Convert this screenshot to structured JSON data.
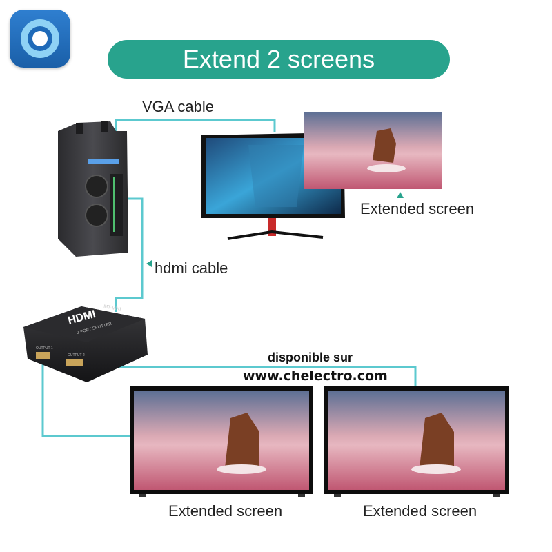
{
  "title": "Extend 2 screens",
  "labels": {
    "vga_cable": "VGA cable",
    "hdmi_cable": "hdmi cable",
    "extended_screen_top": "Extended screen",
    "extended_screen_bottom_left": "Extended screen",
    "extended_screen_bottom_right": "Extended screen",
    "available_on": "disponible sur",
    "website": "www.chelectro.com"
  },
  "splitter": {
    "brand": "HDMI",
    "maker": "MT-VIKI",
    "model": "2 PORT SPLITTER",
    "port1": "OUTPUT 1",
    "port2": "OUTPUT 2"
  },
  "colors": {
    "accent": "#28a38d",
    "cable": "#5cc9cf",
    "app_logo": "#1f6ab8"
  },
  "icons": {
    "app_logo": "target-ring-icon",
    "hdmi_arrow": "triangle-left-icon",
    "extended_arrow": "triangle-up-icon"
  }
}
